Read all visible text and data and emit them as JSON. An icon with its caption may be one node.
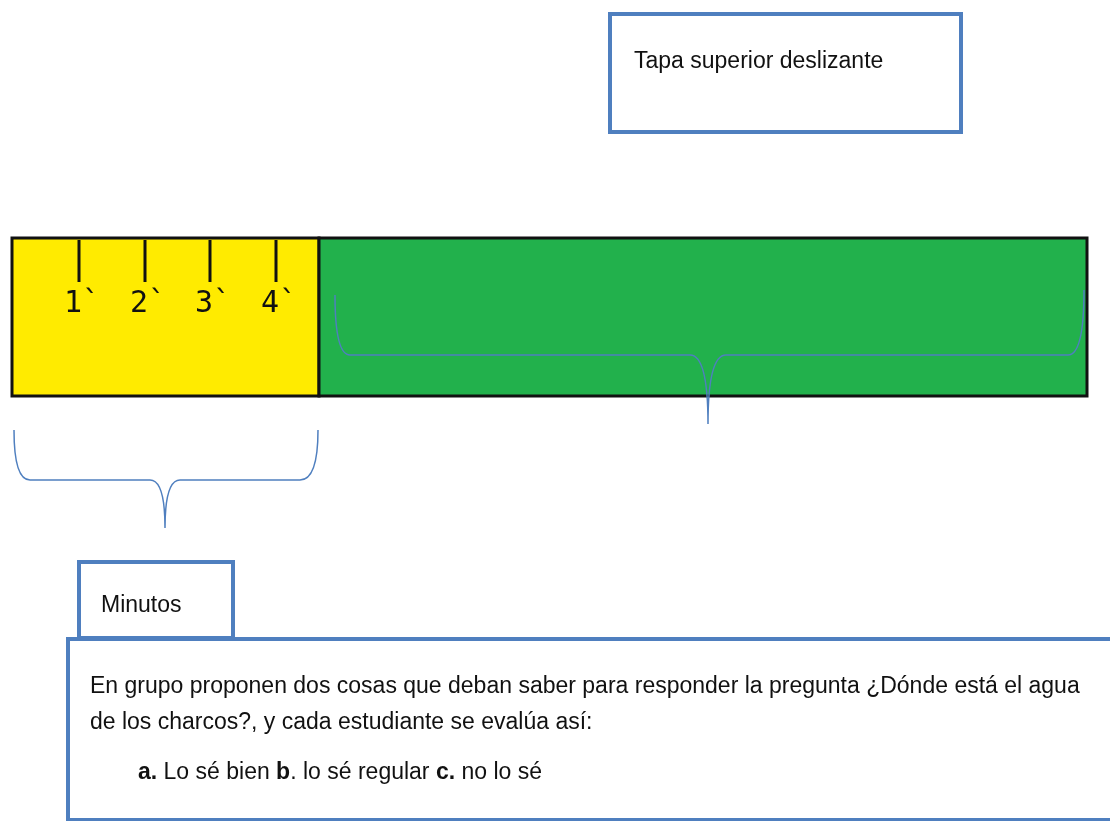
{
  "diagram": {
    "nodes": [
      {
        "text": [
          "Tapa superior deslizante"
        ]
      },
      {
        "text": [
          "Minutos"
        ]
      },
      {
        "text": [
          "En grupo proponen dos cosas que deban saber para responder la pregunta ¿Dónde está el agua de los charcos?, y cada estudiante se evalúa así:",
          "**a.** Lo sé bien **b**. lo sé regular **c.** no lo sé"
        ]
      }
    ],
    "labels": [
      "1`",
      "2`",
      "3`",
      "4`"
    ]
  }
}
